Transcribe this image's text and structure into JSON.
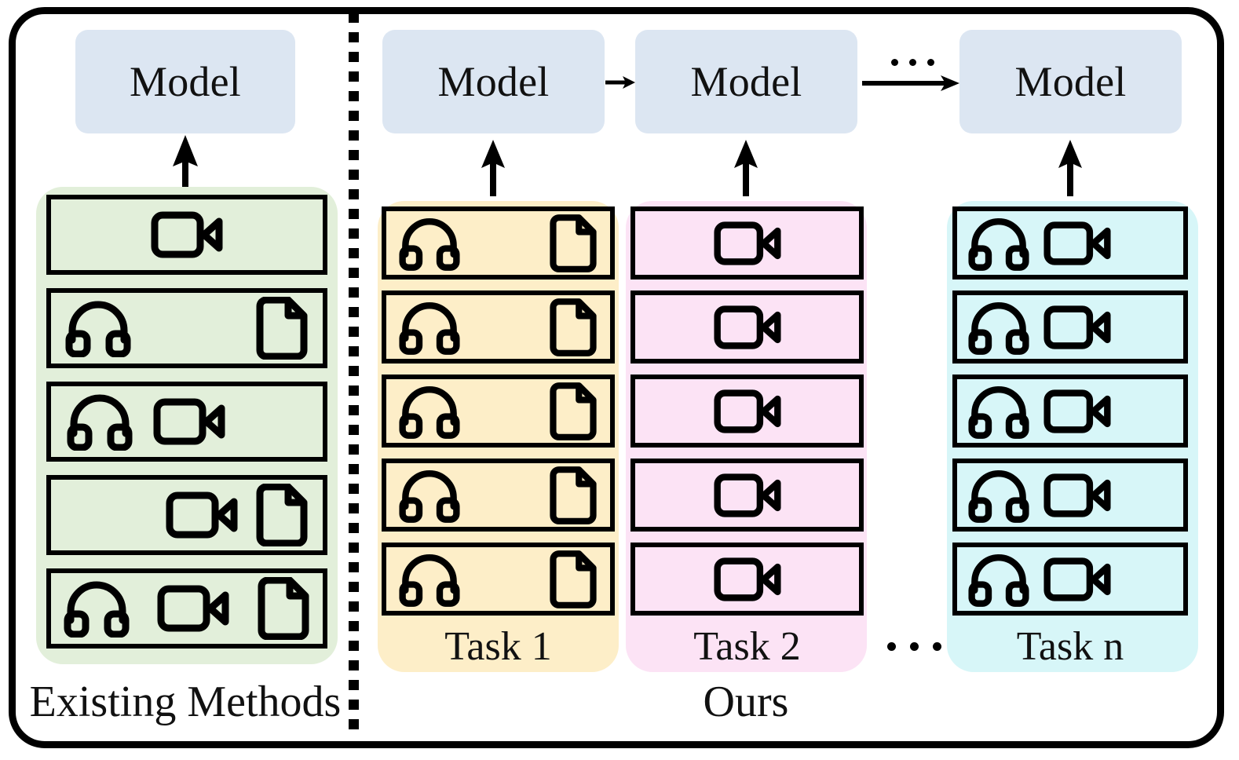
{
  "figure": {
    "title_left": "Existing Methods",
    "title_right": "Ours",
    "divider": "dotted-vertical-divider",
    "frame_color": "#000000",
    "colors": {
      "model_box": "#dce6f2",
      "existing_panel": "#e2efda",
      "task1_panel": "#fdeec8",
      "task2_panel": "#fce3f5",
      "taskn_panel": "#d7f6f8",
      "stroke": "#000000",
      "background": "#ffffff"
    }
  },
  "left": {
    "model_label": "Model",
    "panel_label": "Existing Methods",
    "arrow": "up-arrow",
    "rows": [
      {
        "icons": [
          "video-icon"
        ],
        "align": "center"
      },
      {
        "icons": [
          "headphones-icon",
          "document-icon"
        ],
        "align": "spread"
      },
      {
        "icons": [
          "headphones-icon",
          "video-icon"
        ],
        "align": "left"
      },
      {
        "icons": [
          "video-icon",
          "document-icon"
        ],
        "align": "right"
      },
      {
        "icons": [
          "headphones-icon",
          "video-icon",
          "document-icon"
        ],
        "align": "spread"
      }
    ]
  },
  "right": {
    "group_label": "Ours",
    "chain_ellipsis": "...",
    "bottom_ellipsis": "...",
    "models": [
      {
        "label": "Model",
        "arrow": "up-arrow"
      },
      {
        "label": "Model",
        "arrow": "up-arrow"
      },
      {
        "label": "Model",
        "arrow": "up-arrow"
      }
    ],
    "chain_arrows": [
      "arrow-right-short",
      "arrow-right-long"
    ],
    "tasks": [
      {
        "label": "Task 1",
        "color": "#fdeec8",
        "rows": [
          {
            "icons": [
              "headphones-icon",
              "document-icon"
            ],
            "align": "spread"
          },
          {
            "icons": [
              "headphones-icon",
              "document-icon"
            ],
            "align": "spread"
          },
          {
            "icons": [
              "headphones-icon",
              "document-icon"
            ],
            "align": "spread"
          },
          {
            "icons": [
              "headphones-icon",
              "document-icon"
            ],
            "align": "spread"
          },
          {
            "icons": [
              "headphones-icon",
              "document-icon"
            ],
            "align": "spread"
          }
        ]
      },
      {
        "label": "Task 2",
        "color": "#fce3f5",
        "rows": [
          {
            "icons": [
              "video-icon"
            ],
            "align": "center"
          },
          {
            "icons": [
              "video-icon"
            ],
            "align": "center"
          },
          {
            "icons": [
              "video-icon"
            ],
            "align": "center"
          },
          {
            "icons": [
              "video-icon"
            ],
            "align": "center"
          },
          {
            "icons": [
              "video-icon"
            ],
            "align": "center"
          }
        ]
      },
      {
        "label": "Task n",
        "color": "#d7f6f8",
        "rows": [
          {
            "icons": [
              "headphones-icon",
              "video-icon"
            ],
            "align": "left"
          },
          {
            "icons": [
              "headphones-icon",
              "video-icon"
            ],
            "align": "left"
          },
          {
            "icons": [
              "headphones-icon",
              "video-icon"
            ],
            "align": "left"
          },
          {
            "icons": [
              "headphones-icon",
              "video-icon"
            ],
            "align": "left"
          },
          {
            "icons": [
              "headphones-icon",
              "video-icon"
            ],
            "align": "left"
          }
        ]
      }
    ]
  }
}
